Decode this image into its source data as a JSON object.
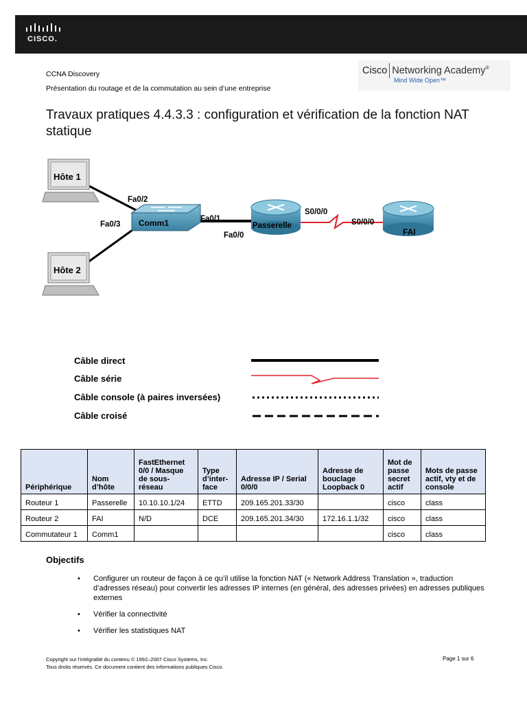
{
  "header": {
    "logo_text": "CISCO.",
    "course": "CCNA Discovery",
    "subtitle": "Présentation du routage et de la commutation au sein d’une entreprise",
    "academy_brand": "Cisco",
    "academy_name": "Networking Academy",
    "academy_tagline": "Mind Wide Open™"
  },
  "title": "Travaux pratiques 4.4.3.3 : configuration et vérification de la fonction NAT statique",
  "diagram": {
    "host1": "Hôte 1",
    "host2": "Hôte 2",
    "switch": "Comm1",
    "router1": "Passerelle",
    "router2": "FAI",
    "port_fa02": "Fa0/2",
    "port_fa03": "Fa0/3",
    "port_fa01": "Fa0/1",
    "port_fa00": "Fa0/0",
    "port_s000_gw": "S0/0/0",
    "port_s000_isp": "S0/0/0"
  },
  "legend": [
    {
      "label": "Câble direct",
      "style": "solid"
    },
    {
      "label": "Câble série",
      "style": "serial"
    },
    {
      "label": "Câble console (à paires inversées)",
      "style": "dotted"
    },
    {
      "label": "Câble croisé",
      "style": "dashed"
    }
  ],
  "table": {
    "headers": [
      "Périphérique",
      "Nom d’hôte",
      "FastEthernet 0/0 / Masque de sous-réseau",
      "Type d’inter-face",
      "Adresse IP / Serial 0/0/0",
      "Adresse de bouclage Loopback 0",
      "Mot de passe secret actif",
      "Mots de passe actif, vty et de console"
    ],
    "rows": [
      [
        "Routeur 1",
        "Passerelle",
        "10.10.10.1/24",
        "ETTD",
        "209.165.201.33/30",
        "",
        "cisco",
        "class"
      ],
      [
        "Routeur 2",
        "FAI",
        "N/D",
        "DCE",
        "209.165.201.34/30",
        "172.16.1.1/32",
        "cisco",
        "class"
      ],
      [
        "Commutateur 1",
        "Comm1",
        "",
        "",
        "",
        "",
        "cisco",
        "class"
      ]
    ]
  },
  "objectives": {
    "title": "Objectifs",
    "items": [
      "Configurer un routeur de façon à ce qu’il utilise la fonction NAT (« Network Address Translation », traduction d’adresses réseau) pour convertir les adresses IP internes (en général, des adresses privées) en adresses publiques externes",
      "Vérifier la connectivité",
      "Vérifier les statistiques NAT"
    ]
  },
  "footer": {
    "copyright": "Copyright sur l’intégralité du contenu © 1992–2007 Cisco Systems, Inc.",
    "rights": "Tous droits réservés. Ce document contient des informations publiques Cisco.",
    "page": "Page 1 sur 6"
  },
  "colors": {
    "topbar": "#1a1a1a",
    "serial_cable": "#e0202a",
    "academy_tagline": "#2a5ca8",
    "table_header": "#dde4f3",
    "router_body": "#3f8fb0"
  }
}
